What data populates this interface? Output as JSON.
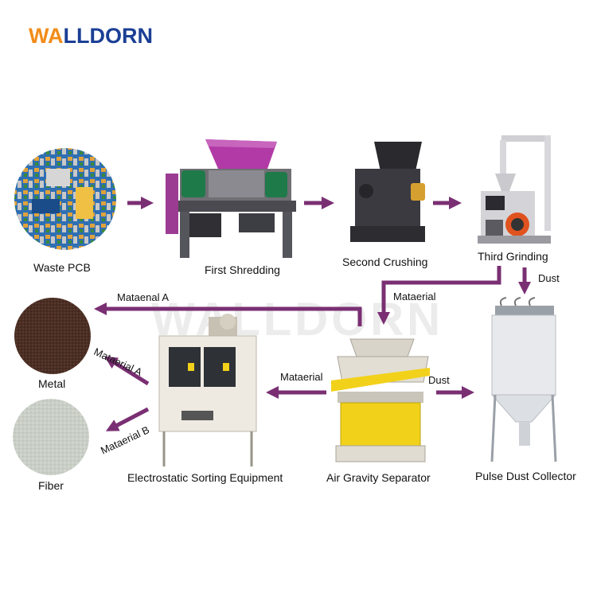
{
  "brand": {
    "logo_w": "WA",
    "logo_rest": "LLDORN",
    "watermark": "WALLDORN"
  },
  "colors": {
    "arrow": "#7a2f73",
    "logo_blue": "#1b3f95",
    "logo_orange": "#f28c1a",
    "machine_purple": "#b23aa6",
    "machine_green": "#1f7a4a",
    "separator_yellow": "#f2d11a"
  },
  "nodes": {
    "waste_pcb": "Waste PCB",
    "first_shredding": "First  Shredding",
    "second_crushing": "Second Crushing",
    "third_grinding": "Third Grinding",
    "metal": "Metal",
    "fiber": "Fiber",
    "electrostatic": "Electrostatic Sorting Equipment",
    "air_gravity": "Air Gravity Separator",
    "pulse_dust": "Pulse Dust Collector"
  },
  "flows": {
    "grinding_to_collector": "Dust",
    "grinding_to_separator": "Mataerial",
    "separator_to_metal_top": "Mataenal A",
    "sorting_to_metal": "Mataerial A",
    "sorting_to_fiber": "Mataerial B",
    "separator_to_sorting": "Mataerial",
    "separator_to_collector": "Dust"
  }
}
